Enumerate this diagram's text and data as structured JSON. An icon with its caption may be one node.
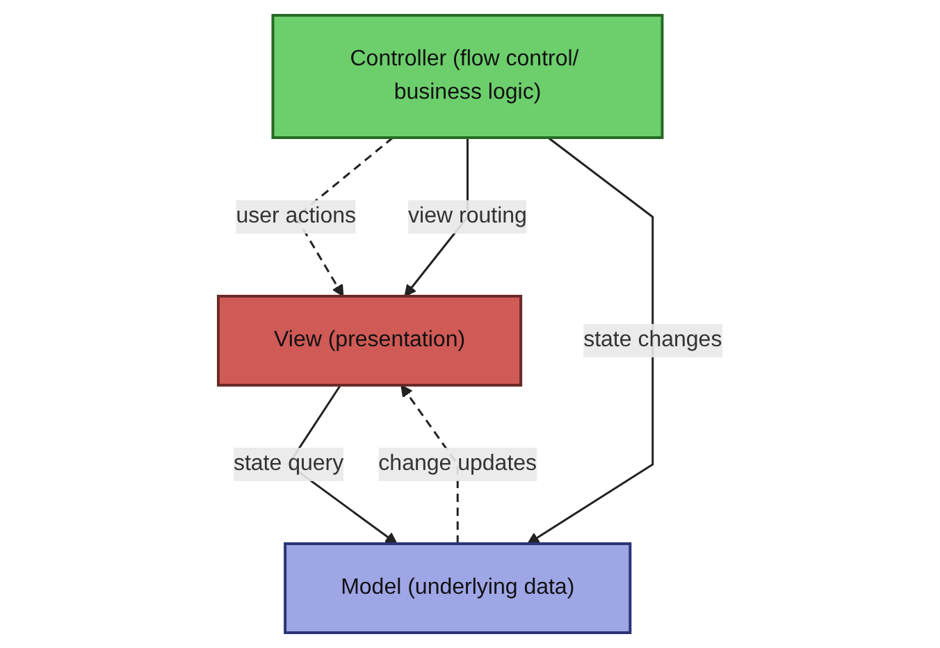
{
  "diagram": {
    "nodes": [
      {
        "text": [
          "View (presentation)"
        ]
      },
      {
        "text": [
          "Model (underlying data)"
        ]
      },
      {
        "text": [
          "Controller (flow control/ business logic)"
        ]
      }
    ],
    "edges": [
      {
        "from": 0,
        "to": 1,
        "arrow": "to",
        "label": "state query"
      },
      {
        "from": 1,
        "to": 0,
        "arrow": "to",
        "label": "change updates",
        "style": "dashed"
      },
      {
        "from": 2,
        "to": 0,
        "arrow": "to",
        "label": "user actions",
        "style": "dashed"
      },
      {
        "from": 2,
        "to": 0,
        "arrow": "to",
        "label": "view routing"
      },
      {
        "from": 2,
        "to": 1,
        "arrow": "to",
        "label": "state changes"
      }
    ]
  }
}
